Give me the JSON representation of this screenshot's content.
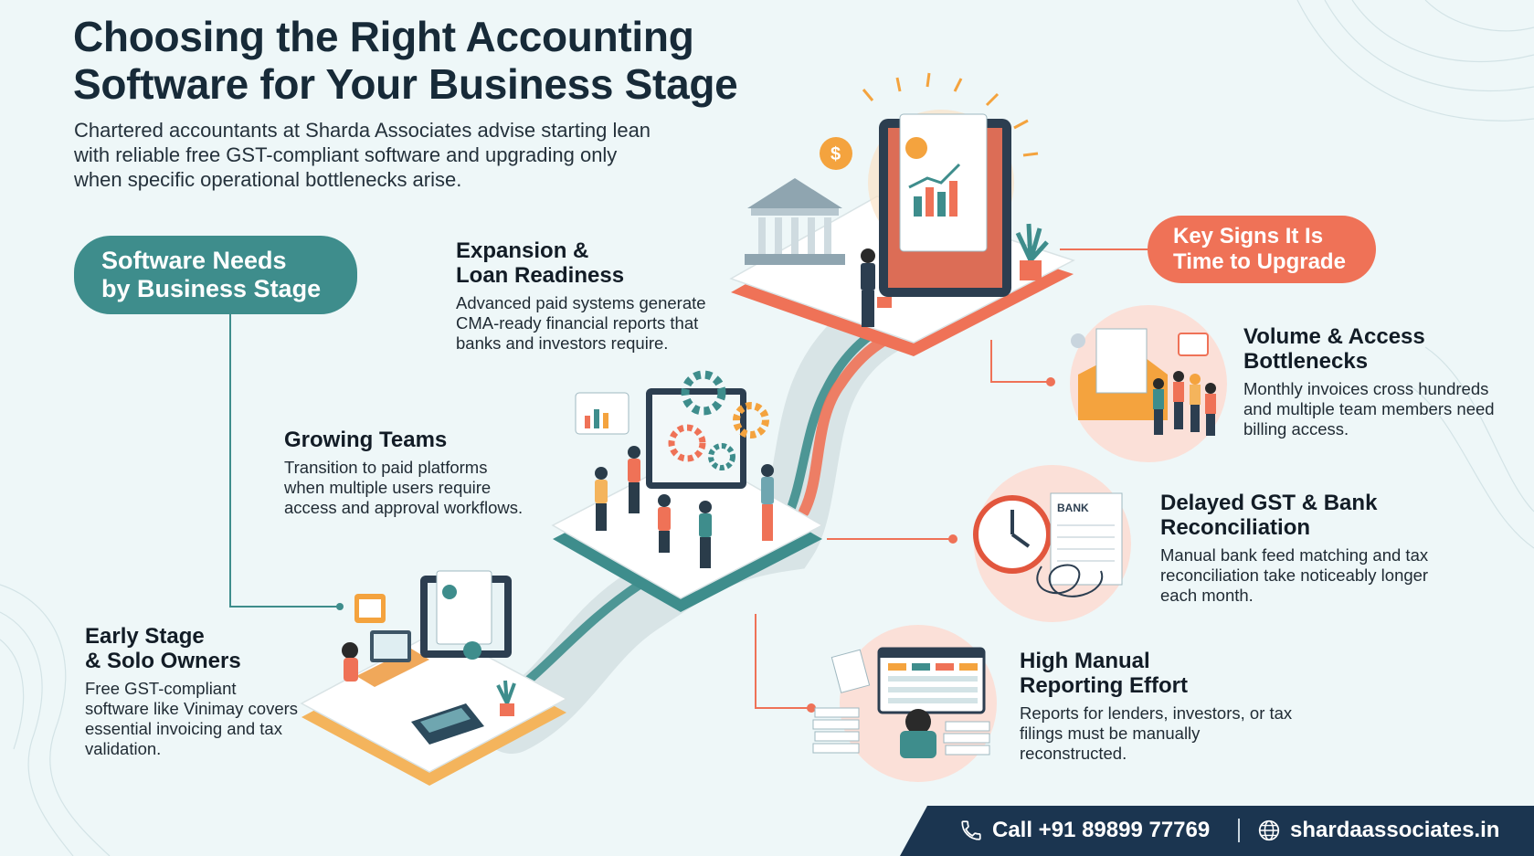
{
  "title": {
    "line1": "Choosing the Right Accounting",
    "line2": "Software for Your Business Stage"
  },
  "intro": "Chartered accountants at Sharda Associates advise starting lean with reliable free GST-compliant software and upgrading only when specific operational bottlenecks arise.",
  "stage_pill": {
    "line1": "Software Needs",
    "line2": "by Business Stage"
  },
  "signs_pill": {
    "line1": "Key Signs It Is",
    "line2": "Time to Upgrade"
  },
  "stages": [
    {
      "title_line1": "Early Stage",
      "title_line2": "& Solo Owners",
      "desc": "Free GST-compliant software like Vinimay covers essential invoicing and tax validation."
    },
    {
      "title_line1": "Growing Teams",
      "title_line2": "",
      "desc": "Transition to paid platforms when multiple users require access and approval workflows."
    },
    {
      "title_line1": "Expansion &",
      "title_line2": "Loan Readiness",
      "desc": "Advanced paid systems generate CMA-ready financial reports that banks and investors require."
    }
  ],
  "signs": [
    {
      "title_line1": "Volume & Access",
      "title_line2": "Bottlenecks",
      "desc": "Monthly invoices cross hundreds and multiple team members need billing access."
    },
    {
      "title_line1": "Delayed GST & Bank",
      "title_line2": "Reconciliation",
      "desc": "Manual bank feed matching and tax reconciliation take noticeably longer each month."
    },
    {
      "title_line1": "High Manual",
      "title_line2": "Reporting Effort",
      "desc": "Reports for lenders, investors, or tax filings must be manually reconstructed."
    }
  ],
  "bank_label": "BANK",
  "footer": {
    "phone": "Call +91 89899 77769",
    "website": "shardaassociates.in"
  },
  "colors": {
    "teal": "#3e8d8c",
    "coral": "#ef7257",
    "navy": "#1b3550",
    "background": "#eef7f8"
  },
  "icons": [
    "phone-icon",
    "globe-icon",
    "bank-building-icon",
    "dollar-coin-icon",
    "gear-icon",
    "envelope-icon",
    "clock-icon",
    "calculator-icon"
  ]
}
